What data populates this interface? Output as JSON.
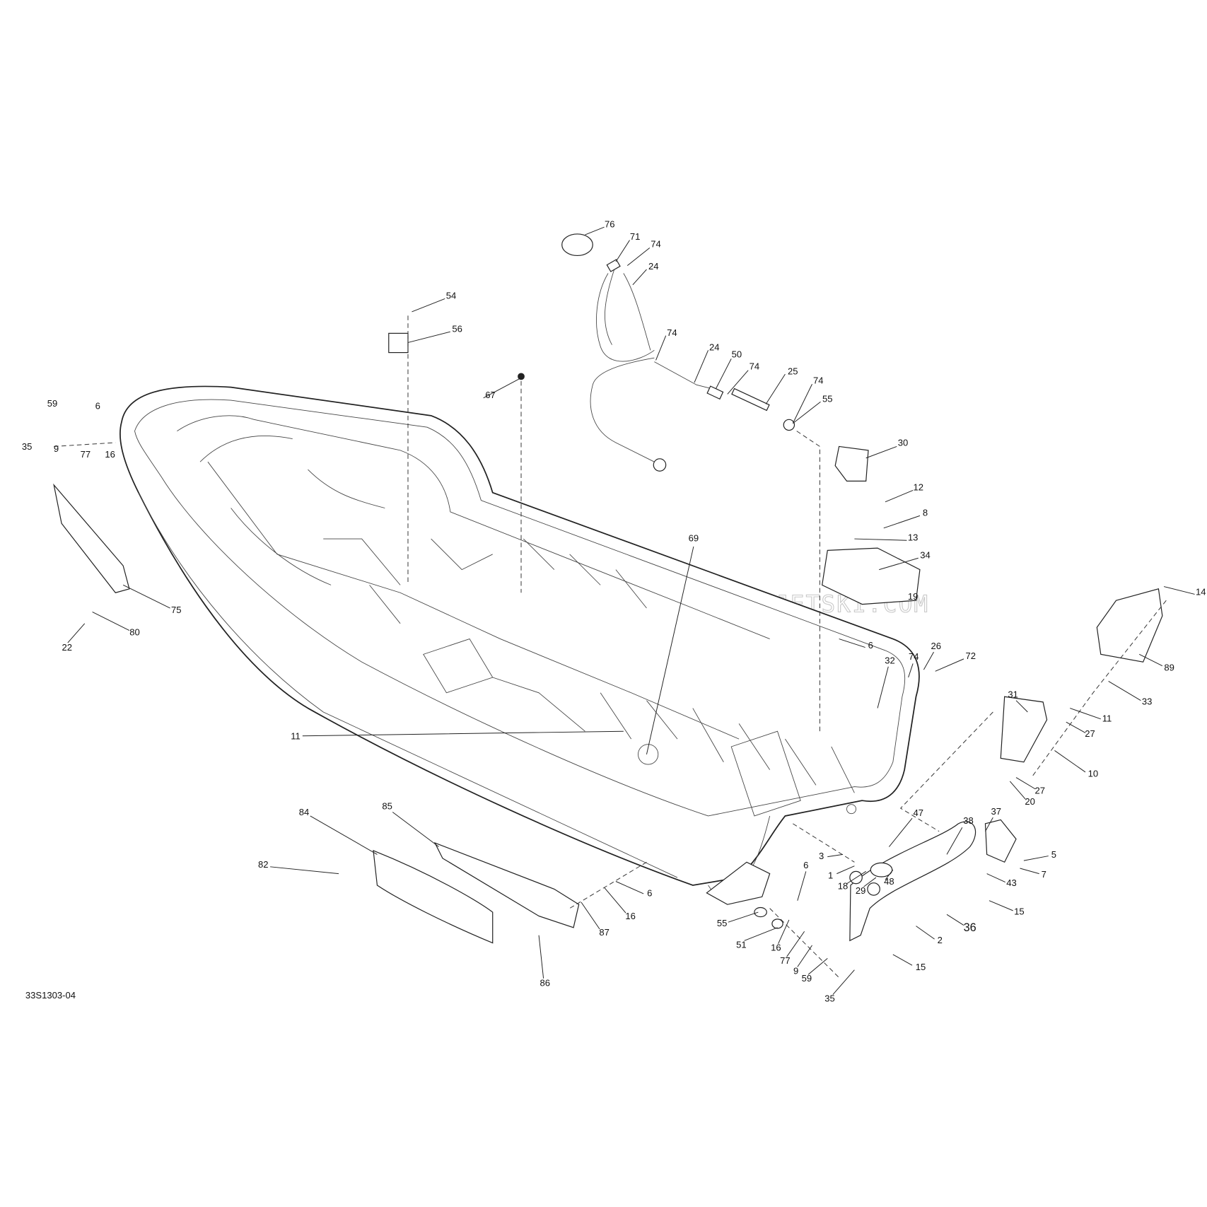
{
  "diagram": {
    "reference_code": "33S1303-04",
    "watermark": "JETSKI.COM  PROMO-JETSKI.COM  PROMO-JETSKI.COM",
    "callouts": [
      "76",
      "71",
      "74",
      "24",
      "54",
      "56",
      "74",
      "24",
      "50",
      "74",
      "25",
      "74",
      "55",
      "67",
      "59",
      "6",
      "35",
      "9",
      "77",
      "16",
      "30",
      "12",
      "8",
      "13",
      "34",
      "69",
      "19",
      "14",
      "75",
      "80",
      "22",
      "6",
      "26",
      "32",
      "74",
      "72",
      "89",
      "33",
      "31",
      "11",
      "27",
      "10",
      "27",
      "20",
      "11",
      "85",
      "84",
      "82",
      "37",
      "38",
      "47",
      "5",
      "7",
      "3",
      "1",
      "18",
      "29",
      "48",
      "43",
      "6",
      "6",
      "16",
      "87",
      "15",
      "36",
      "2",
      "55",
      "51",
      "16",
      "77",
      "9",
      "59",
      "15",
      "35",
      "86"
    ]
  }
}
